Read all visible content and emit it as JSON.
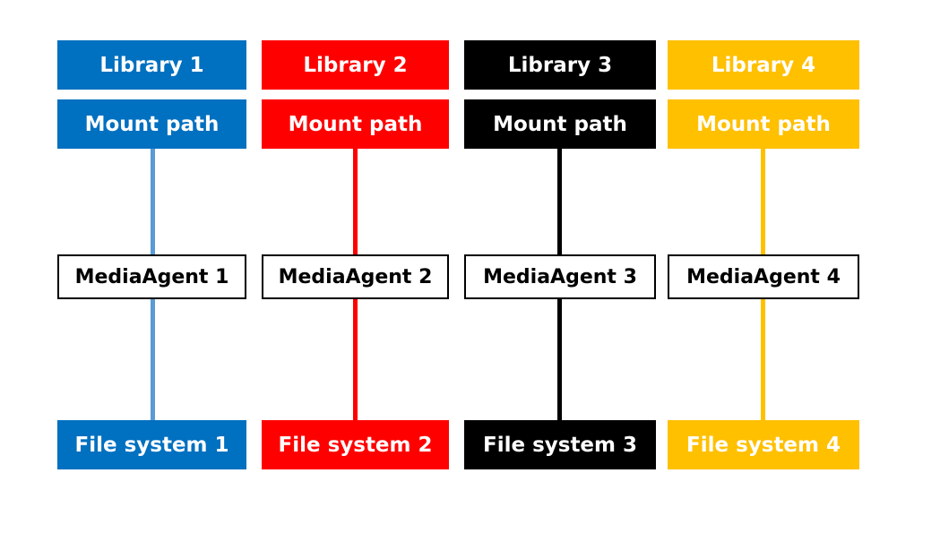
{
  "columns": [
    {
      "library": "Library 1",
      "mount_path": "Mount path",
      "media_agent": "MediaAgent 1",
      "file_system": "File system 1",
      "color": "#0070C0",
      "line_color": "#5B9BD5",
      "text_color": "#FFFFFF"
    },
    {
      "library": "Library 2",
      "mount_path": "Mount path",
      "media_agent": "MediaAgent 2",
      "file_system": "File system 2",
      "color": "#FF0000",
      "line_color": "#FF0000",
      "text_color": "#FFFFFF"
    },
    {
      "library": "Library 3",
      "mount_path": "Mount path",
      "media_agent": "MediaAgent 3",
      "file_system": "File system 3",
      "color": "#000000",
      "line_color": "#000000",
      "text_color": "#FFFFFF"
    },
    {
      "library": "Library 4",
      "mount_path": "Mount path",
      "media_agent": "MediaAgent 4",
      "file_system": "File system 4",
      "color": "#FFC000",
      "line_color": "#FFC000",
      "text_color": "#FFFFFF"
    }
  ]
}
